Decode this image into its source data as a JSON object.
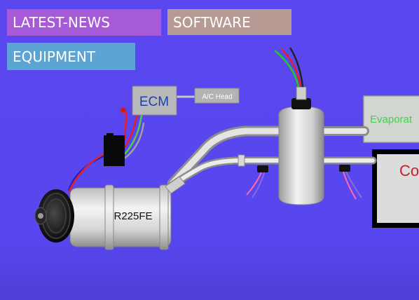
{
  "nav": {
    "latest_news": "LATEST-NEWS",
    "software": "SOFTWARE",
    "equipment": "EQUIPMENT"
  },
  "diagram": {
    "ecm_label": "ECM",
    "ac_head_label": "A/C Head",
    "compressor_label": "R225FE",
    "evaporator_label": "Evaporat",
    "condenser_label": "Co"
  },
  "colors": {
    "background": "#5746ee",
    "latest_news": "#a75ad8",
    "software": "#b79a94",
    "equipment": "#5ba4d3"
  }
}
